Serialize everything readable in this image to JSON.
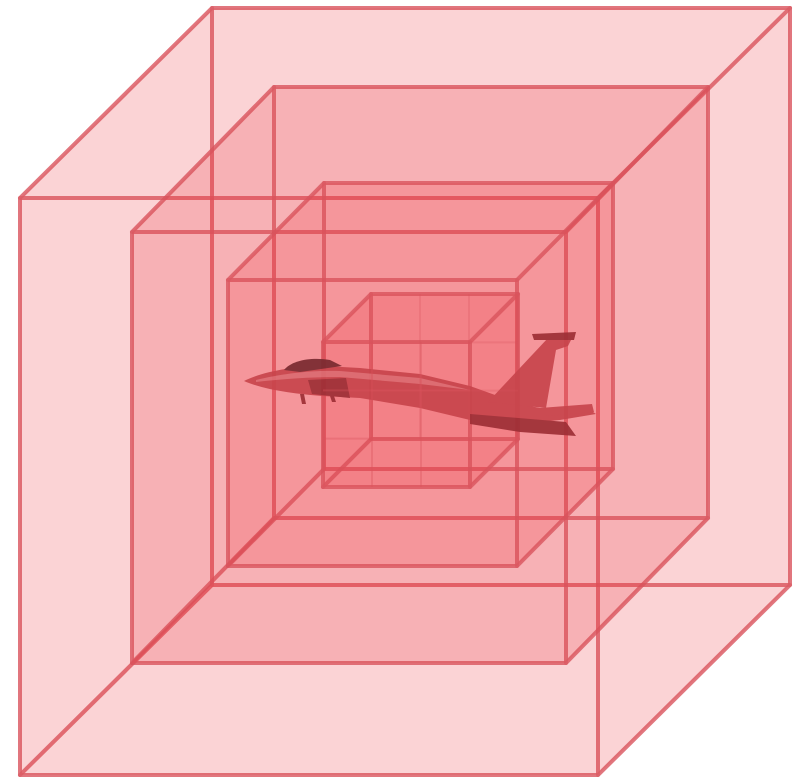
{
  "scene": {
    "subject": "fighter-jet",
    "nesting_levels": 4,
    "inner_grid_divisions": 3
  },
  "colors": {
    "background": "#ffffff",
    "box_fill": "#f03c46",
    "box_edge": "#d9535d",
    "jet_body": "#c8454c",
    "jet_shadow": "#9e2f36",
    "jet_highlight": "#e47c82",
    "canopy": "#7a2a30"
  },
  "boxes": [
    {
      "id": "outer-box",
      "fill_opacity": 0.26
    },
    {
      "id": "second-box",
      "fill_opacity": 0.26
    },
    {
      "id": "third-box",
      "fill_opacity": 0.26
    },
    {
      "id": "inner-grid-box",
      "fill_opacity": 0.26
    }
  ]
}
